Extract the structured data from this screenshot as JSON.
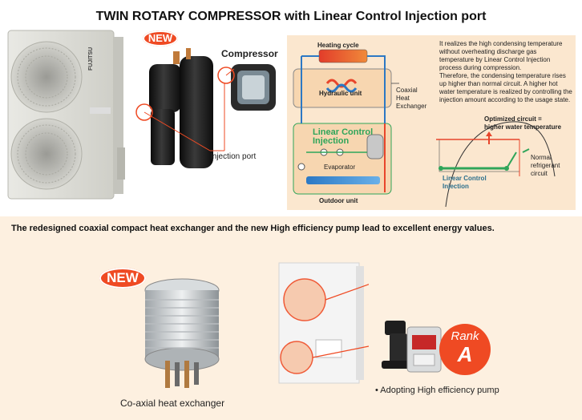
{
  "title": "TWIN ROTARY COMPRESSOR with Linear Control Injection port",
  "badges": {
    "new_top": "NEW",
    "new_bottom": "NEW"
  },
  "outdoor_unit": {
    "brand": "FUJITSU"
  },
  "compressor": {
    "label": "Compressor",
    "injection_port_label": "Injection port"
  },
  "cycle_diagram": {
    "heating_cycle": "Heating cycle",
    "hydraulic_unit": "Hydraulic unit",
    "coaxial_line1": "Coaxial",
    "coaxial_line2": "Heat",
    "coaxial_line3": "Exchanger",
    "linear_control_line1": "Linear Control",
    "linear_control_line2": "Injection",
    "evaporator": "Evaporator",
    "outdoor_unit": "Outdoor unit"
  },
  "description": [
    "It realizes the high condensing temperature",
    "without overheating discharge gas",
    "temperature by Linear Control Injection",
    "process during compression.",
    "Therefore, the condensing temperature rises",
    "up higher than normal circuit. A higher hot",
    "water temperature is realized by controlling the",
    "injection amount according to the usage state."
  ],
  "ph_graph": {
    "optimized_line1": "Optimized circuit =",
    "optimized_line2": "higher water temperature",
    "normal_line1": "Normal",
    "normal_line2": "refrigerant",
    "normal_line3": "circuit",
    "linear_line1": "Linear Control",
    "linear_line2": "Injection"
  },
  "bottom": {
    "heading": "The redesigned coaxial compact heat exchanger and the new High efficiency pump lead to excellent energy values.",
    "coaxial_label": "Co-axial heat exchanger",
    "pump_label": "• Adopting High efficiency pump",
    "rank_word": "Rank",
    "rank_letter": "A"
  },
  "colors": {
    "accent": "#ef4a23",
    "hot": "#e8452b",
    "cold": "#2c78c4",
    "green": "#2fa55a",
    "panel": "#fbe7cf"
  }
}
